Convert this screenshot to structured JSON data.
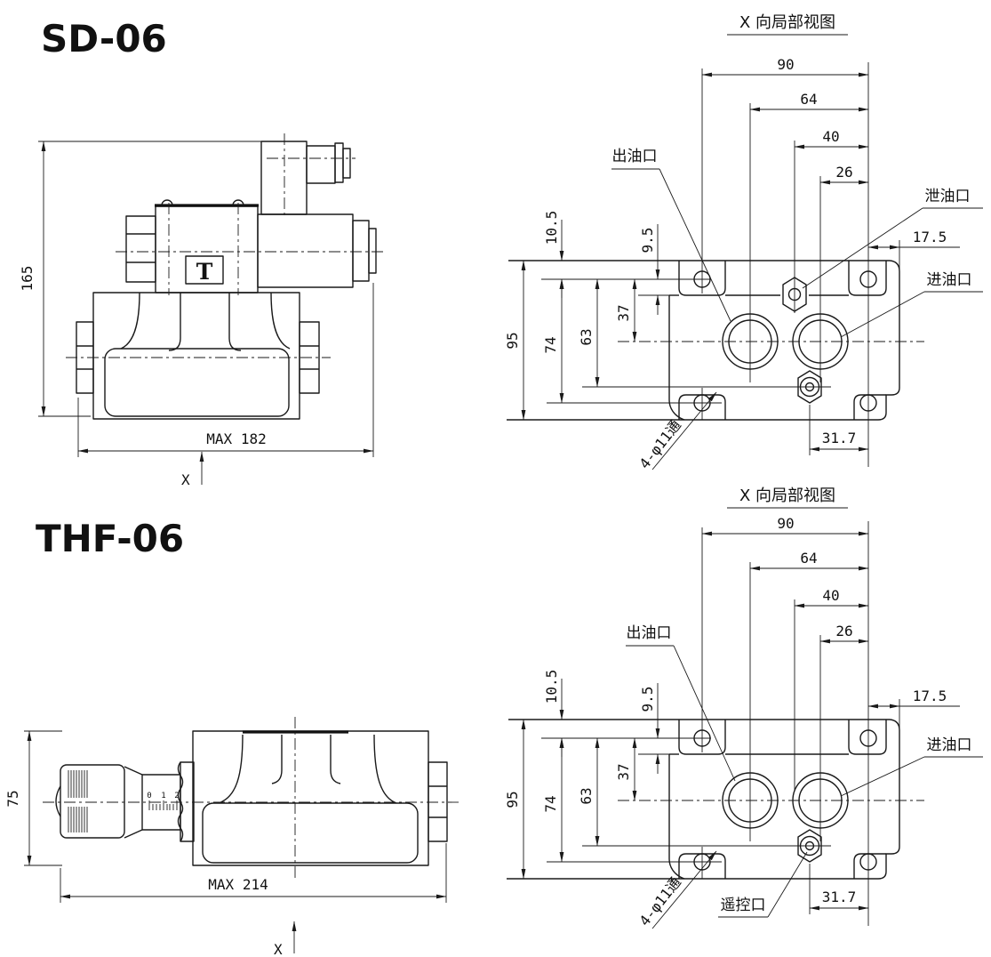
{
  "sd06": {
    "title": "SD-06",
    "side_view": {
      "height_dim": "165",
      "width_dim": "MAX 182",
      "nameplate_logo": "T",
      "view_axis": "X"
    },
    "detail": {
      "title": "X 向局部视图",
      "labels": {
        "outlet": "出油口",
        "drain": "泄油口",
        "inlet": "进油口",
        "holes": "4-φ11通"
      },
      "dims": {
        "d90": "90",
        "d64": "64",
        "d40": "40",
        "d26": "26",
        "d17_5": "17.5",
        "d10_5": "10.5",
        "d9_5": "9.5",
        "d37": "37",
        "d63": "63",
        "d74": "74",
        "d95": "95",
        "d31_7": "31.7"
      }
    }
  },
  "thf06": {
    "title": "THF-06",
    "side_view": {
      "height_dim": "75",
      "width_dim": "MAX 214",
      "view_axis": "X",
      "knob_scale": [
        "0",
        "1",
        "2"
      ]
    },
    "detail": {
      "title": "X 向局部视图",
      "labels": {
        "outlet": "出油口",
        "inlet": "进油口",
        "remote": "遥控口",
        "holes": "4-φ11通"
      },
      "dims": {
        "d90": "90",
        "d64": "64",
        "d40": "40",
        "d26": "26",
        "d17_5": "17.5",
        "d10_5": "10.5",
        "d9_5": "9.5",
        "d37": "37",
        "d63": "63",
        "d74": "74",
        "d95": "95",
        "d31_7": "31.7"
      }
    }
  }
}
